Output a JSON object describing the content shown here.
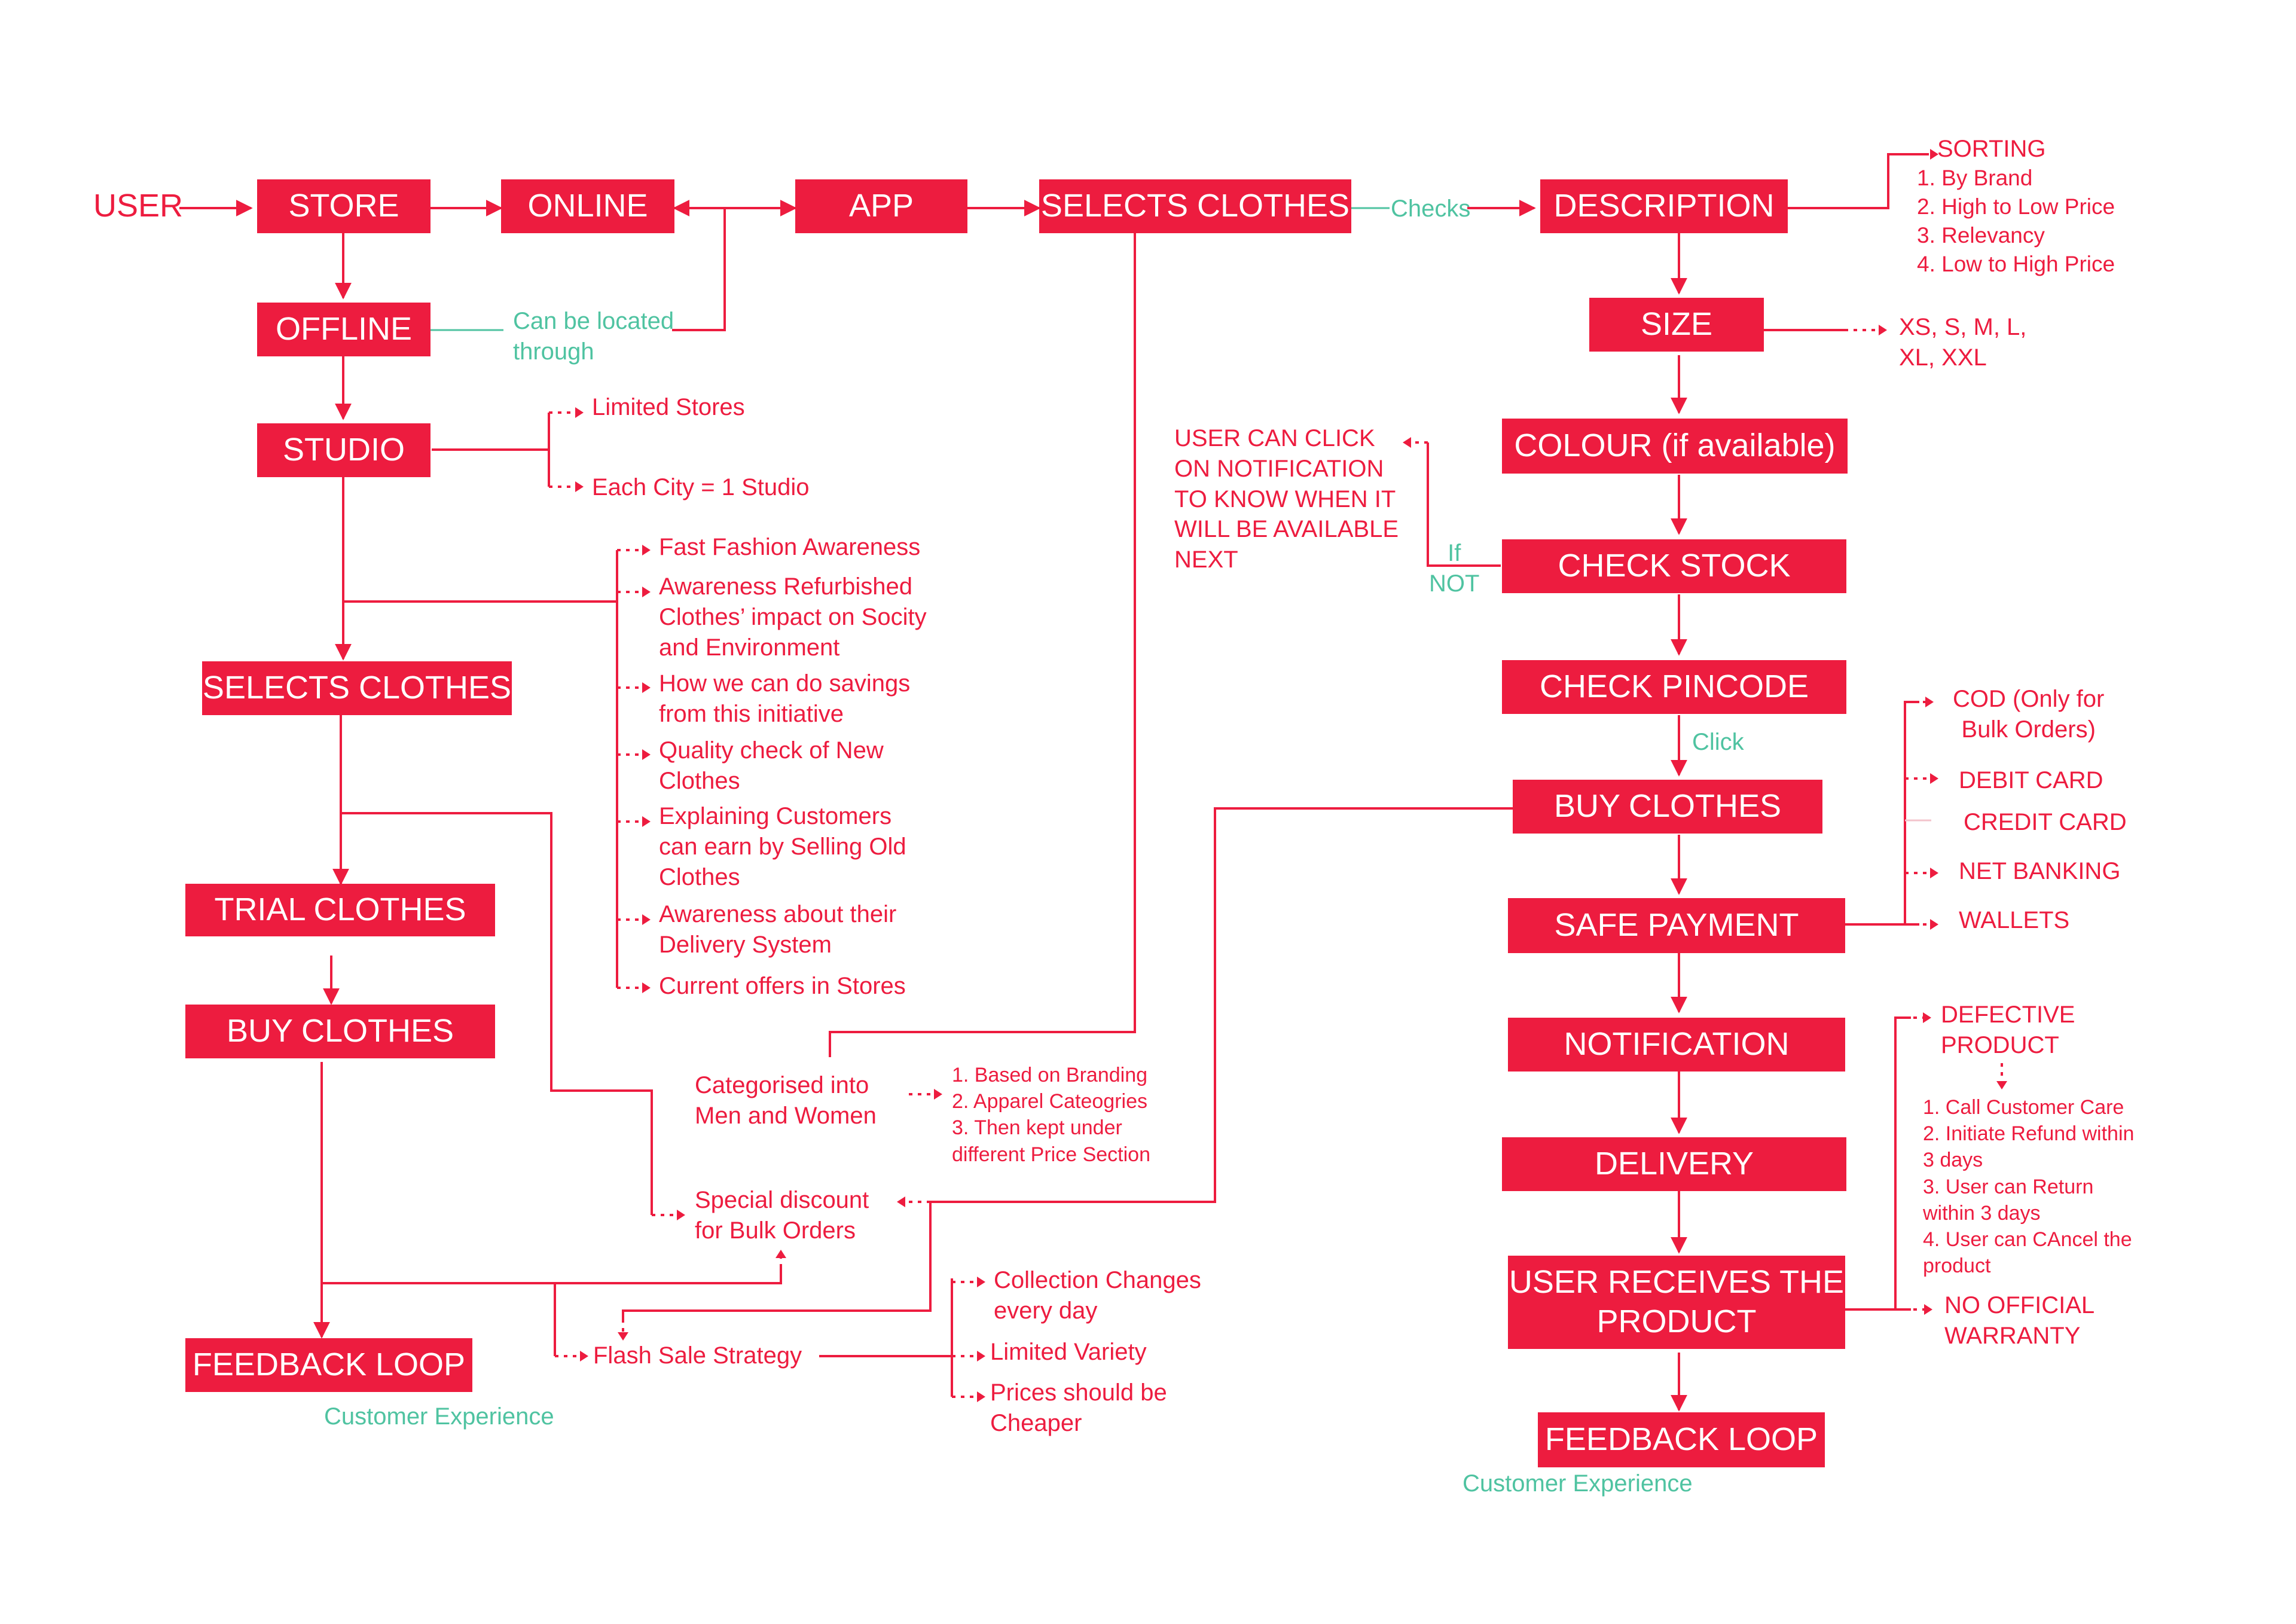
{
  "colors": {
    "accent": "#ed1c3f",
    "note": "#4fc3a1",
    "background": "#ffffff"
  },
  "flow": {
    "user": "USER",
    "store": "STORE",
    "online": "ONLINE",
    "app": "APP",
    "selects_clothes": "SELECTS CLOTHES",
    "checks": "Checks",
    "description": "DESCRIPTION"
  },
  "offline_branch": {
    "offline": "OFFLINE",
    "located_note": "Can be located\nthrough",
    "studio": "STUDIO",
    "studio_notes": [
      "Limited Stores",
      "Each City = 1 Studio"
    ],
    "selects_clothes": "SELECTS CLOTHES",
    "awareness": [
      "Fast Fashion Awareness",
      "Awareness Refurbished\nClothes’ impact on Socity\nand Environment",
      "How we can do savings\nfrom this initiative",
      "Quality check of New\nClothes",
      "Explaining Customers\ncan earn by Selling Old\nClothes",
      "Awareness about their\nDelivery System",
      "Current offers in Stores"
    ],
    "trial_clothes": "TRIAL CLOTHES",
    "buy_clothes": "BUY CLOTHES",
    "feedback": "FEEDBACK LOOP",
    "customer_experience": "Customer Experience"
  },
  "middle": {
    "categorised": "Categorised into\nMen and Women",
    "categories_list": "1. Based on Branding\n2. Apparel Cateogries\n3. Then kept under\ndifferent Price Section",
    "bulk_discount": "Special discount\nfor Bulk Orders",
    "flash_sale": "Flash Sale Strategy",
    "flash_notes": [
      "Collection Changes\nevery day",
      "Limited Variety",
      "Prices should be\nCheaper"
    ]
  },
  "online_branch": {
    "sorting_title": "SORTING",
    "sorting_list": "1. By Brand\n2. High to Low Price\n3. Relevancy\n4. Low to High Price",
    "size": "SIZE",
    "sizes": "XS, S, M, L,\nXL, XXL",
    "colour": "COLOUR (if available)",
    "notify_note": "USER CAN CLICK\nON NOTIFICATION\nTO KNOW WHEN IT\nWILL BE AVAILABLE\nNEXT",
    "if_not": "If\nNOT",
    "check_stock": "CHECK STOCK",
    "check_pincode": "CHECK PINCODE",
    "click": "Click",
    "buy_clothes": "BUY CLOTHES",
    "safe_payment": "SAFE PAYMENT",
    "payment_options": [
      "COD (Only for\nBulk Orders)",
      "DEBIT CARD",
      "CREDIT CARD",
      "NET BANKING",
      "WALLETS"
    ],
    "notification": "NOTIFICATION",
    "delivery": "DELIVERY",
    "receives": "USER RECEIVES THE\nPRODUCT",
    "defective": "DEFECTIVE\nPRODUCT",
    "defective_steps": "1. Call Customer Care\n2. Initiate Refund within\n3 days\n3. User can Return\nwithin 3 days\n4. User can CAncel the\nproduct",
    "warranty": "NO OFFICIAL\nWARRANTY",
    "feedback": "FEEDBACK LOOP",
    "customer_experience": "Customer Experience"
  }
}
